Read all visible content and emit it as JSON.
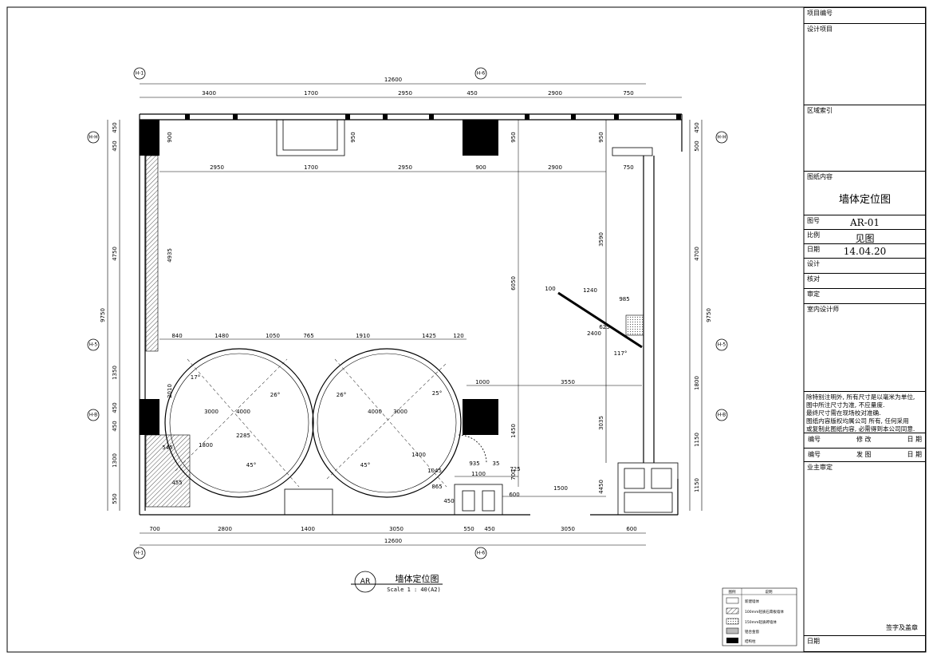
{
  "title_block": {
    "project_no": "项目编号",
    "design_project": "设计项目",
    "area_index": "区域索引",
    "drawing_content_label": "图纸内容",
    "drawing_title": "墙体定位图",
    "drawing_no_label": "图号",
    "drawing_no": "AR-01",
    "scale_label": "比例",
    "scale_value": "见图",
    "date_label": "日期",
    "date_value": "14.04.20",
    "design": "设计",
    "check": "核对",
    "approve": "审定",
    "interior_designer": "室内设计师",
    "notes": [
      "除特别注明外, 所有尺寸是以毫米为单位,",
      "图中所注尺寸为准, 不应量度.",
      "最终尺寸需在现场校对准确.",
      "图纸内容版权均属公司 所有, 任何采用",
      "或复制此图纸内容, 必需得到本公司同意."
    ],
    "rev_header": [
      "编号",
      "修  改",
      "日 期"
    ],
    "issue_header": [
      "编号",
      "发    图",
      "日 期"
    ],
    "owner_approval": "业主审定",
    "sign_seal": "签字及盖章",
    "date_bottom": "日期"
  },
  "drawing": {
    "badge": "AR",
    "title": "墙体定位图",
    "scale": "Scale 1 : 40(A2)"
  },
  "axes": {
    "top_left": "H-1",
    "top_mid": "H-6",
    "bottom_left": "H-1",
    "bottom_mid": "H-6",
    "left": [
      "H-H",
      "H-5",
      "H-B"
    ],
    "right": [
      "H-H",
      "H-5",
      "H-B"
    ]
  },
  "dims": {
    "top_total": "12600",
    "top_row": [
      "3400",
      "1700",
      "2950",
      "450",
      "2900",
      "750"
    ],
    "top_row2": [
      "2950",
      "1700",
      "2950",
      "900",
      "2900",
      "750"
    ],
    "bottom_row": [
      "700",
      "2800",
      "1400",
      "3050",
      "550",
      "450",
      "3050",
      "600"
    ],
    "bottom_total": "12600",
    "left_outer": [
      "450",
      "450",
      "4750",
      "1350",
      "450",
      "450",
      "1300",
      "550"
    ],
    "left_total": "9750",
    "right_outer": [
      "450",
      "500",
      "4700",
      "1800",
      "1150",
      "1150"
    ],
    "right_total": "9750",
    "inner_left": [
      "900",
      "4935",
      "2010"
    ],
    "inner_v": [
      "950",
      "950",
      "950",
      "6050",
      "3590",
      "3035",
      "1450",
      "700",
      "4450"
    ],
    "arc_row": [
      "840",
      "1480",
      "1050",
      "765",
      "1910",
      "1425",
      "120"
    ],
    "mid_row": [
      "1000",
      "3550"
    ],
    "lower_row": [
      "935",
      "35",
      "1100",
      "1500"
    ],
    "circle_left": [
      "3000",
      "4000",
      "2285",
      "1800",
      "545",
      "455",
      "17°",
      "26°",
      "45°"
    ],
    "circle_right": [
      "4000",
      "3000",
      "1400",
      "26°",
      "25°",
      "45°",
      "1045",
      "865",
      "450",
      "600",
      "725"
    ],
    "stair": [
      "1240",
      "100",
      "985",
      "2400",
      "625",
      "117°"
    ]
  },
  "legend": {
    "headers": [
      "图例",
      "说明"
    ],
    "items": [
      "新建墙体",
      "100mm轻质石膏板墙体",
      "150mm轻质砖墙体",
      "铝合金窗",
      "结构柱"
    ]
  }
}
